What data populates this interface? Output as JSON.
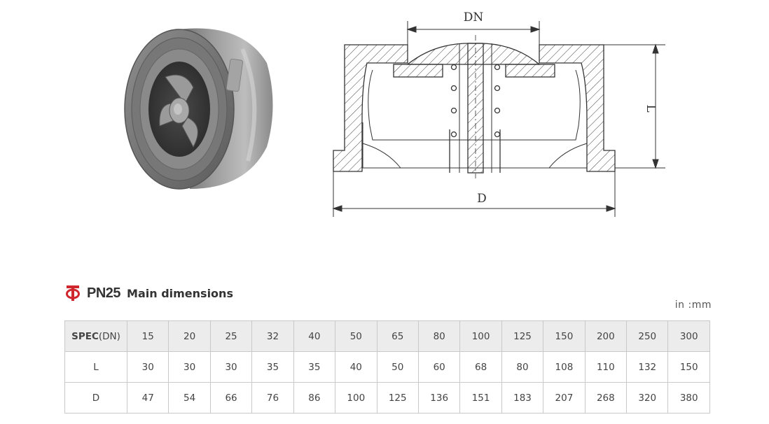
{
  "drawing": {
    "label_dn": "DN",
    "label_l": "L",
    "label_d": "D"
  },
  "heading": {
    "icon": "pipe-flange-logo-icon",
    "title": "PN25",
    "subtitle": "Main dimensions",
    "accent_color": "#d0262d"
  },
  "unit": "in :mm",
  "table": {
    "header_label_bold": "SPEC",
    "header_label_rest": "(DN)",
    "sizes": [
      "15",
      "20",
      "25",
      "32",
      "40",
      "50",
      "65",
      "80",
      "100",
      "125",
      "150",
      "200",
      "250",
      "300"
    ],
    "rows": [
      {
        "label": "L",
        "values": [
          "30",
          "30",
          "30",
          "35",
          "35",
          "40",
          "50",
          "60",
          "68",
          "80",
          "108",
          "110",
          "132",
          "150"
        ]
      },
      {
        "label": "D",
        "values": [
          "47",
          "54",
          "66",
          "76",
          "86",
          "100",
          "125",
          "136",
          "151",
          "183",
          "207",
          "268",
          "320",
          "380"
        ]
      }
    ]
  }
}
